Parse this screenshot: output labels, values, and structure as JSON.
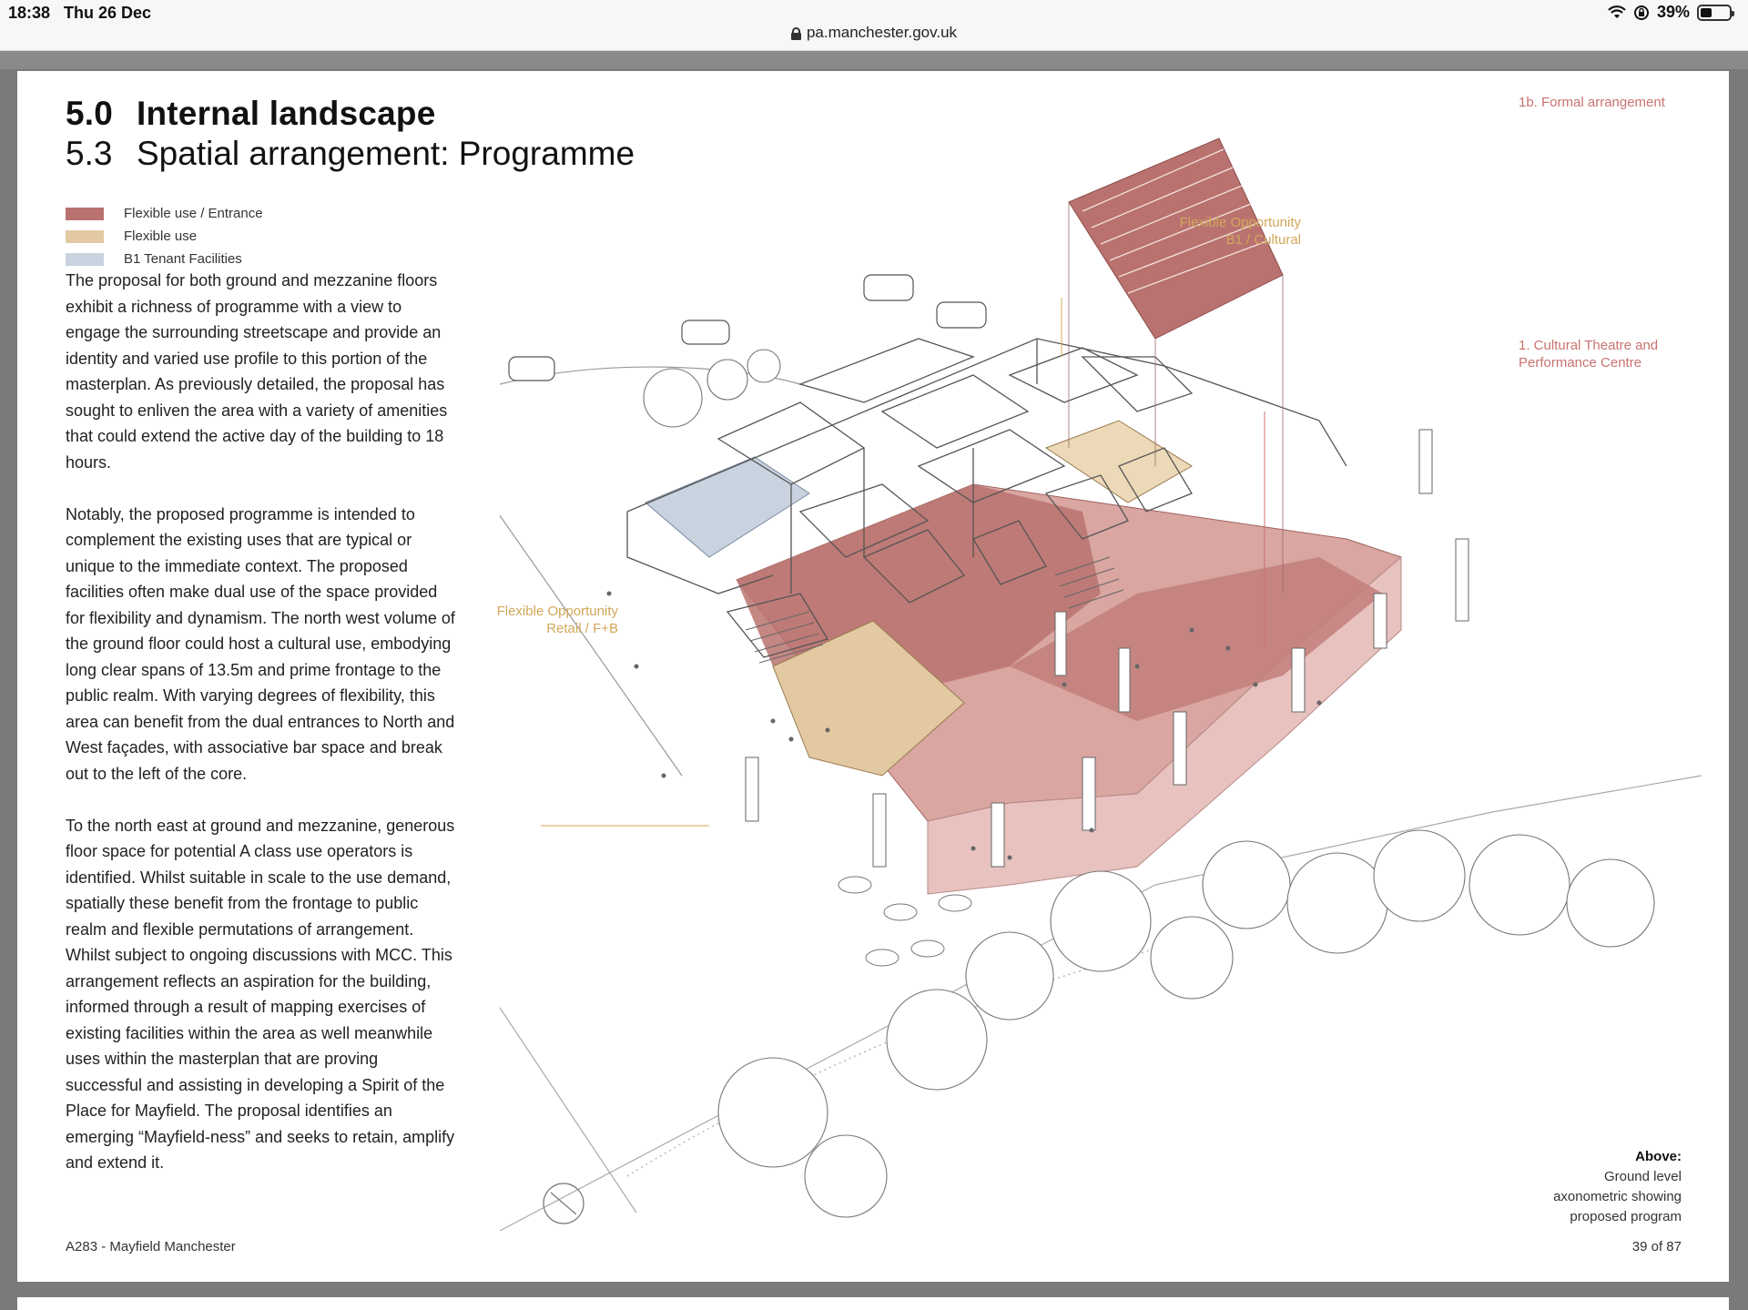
{
  "status_bar": {
    "time": "18:38",
    "date": "Thu 26 Dec",
    "battery": "39%",
    "battery_level": 0.39,
    "url": "pa.manchester.gov.uk"
  },
  "page": {
    "heading_number": "5.0",
    "heading": "Internal landscape",
    "subheading_number": "5.3",
    "subheading": "Spatial arrangement: Programme",
    "legend": [
      {
        "label": "Flexible use / Entrance",
        "color": "#b9726f"
      },
      {
        "label": "Flexible use",
        "color": "#e3c9a2"
      },
      {
        "label": "B1 Tenant Facilities",
        "color": "#c9d3e0"
      }
    ],
    "paragraphs": [
      "The proposal for both ground and mezzanine floors exhibit a richness of programme with a view to engage the surrounding streetscape and provide an identity and varied use profile to this portion of the masterplan. As previously detailed, the proposal has sought to enliven the area with a variety of amenities that could extend the active day of the building to 18 hours.",
      "Notably, the proposed programme is intended to complement the existing uses that are typical or unique to the immediate context. The proposed facilities often make dual use of the space provided for flexibility and dynamism. The north west volume of the ground floor could host a cultural use, embodying long clear spans of 13.5m and prime frontage to the public realm. With varying degrees of flexibility, this area can benefit from the dual entrances to North and West façades, with associative bar space and break out to the left of the core.",
      "To the north east at ground and mezzanine, generous floor space for potential A class use operators is identified. Whilst suitable in scale to the use demand, spatially these benefit from the frontage to public realm and flexible permutations of arrangement. Whilst subject to ongoing discussions with MCC. This arrangement reflects an aspiration for the building, informed through a result of mapping exercises of existing facilities within the area as well meanwhile uses within the masterplan that are proving successful and assisting in developing a Spirit of the Place for Mayfield. The proposal identifies an emerging “Mayfield-ness” and seeks to retain, amplify and extend it."
    ],
    "annotations": {
      "formal": "1b. Formal arrangement",
      "b1_line1": "Flexible Opportunity",
      "b1_line2": "B1 / Cultural",
      "theatre_line1": "1. Cultural Theatre and",
      "theatre_line2": "Performance Centre",
      "retail_line1": "Flexible Opportunity",
      "retail_line2": "Retail / F+B"
    },
    "caption": {
      "title": "Above:",
      "line1": "Ground level",
      "line2": "axonometric showing",
      "line3": "proposed program"
    },
    "footer_left": "A283 - Mayfield Manchester",
    "footer_right": "39 of 87"
  },
  "colors": {
    "entrance": "#b9726f",
    "entrance_light": "#d9a6a2",
    "flexible": "#e3c9a2",
    "tenant": "#c9d3e0",
    "anno_red": "#c9736f",
    "anno_gold": "#d2a85a"
  }
}
